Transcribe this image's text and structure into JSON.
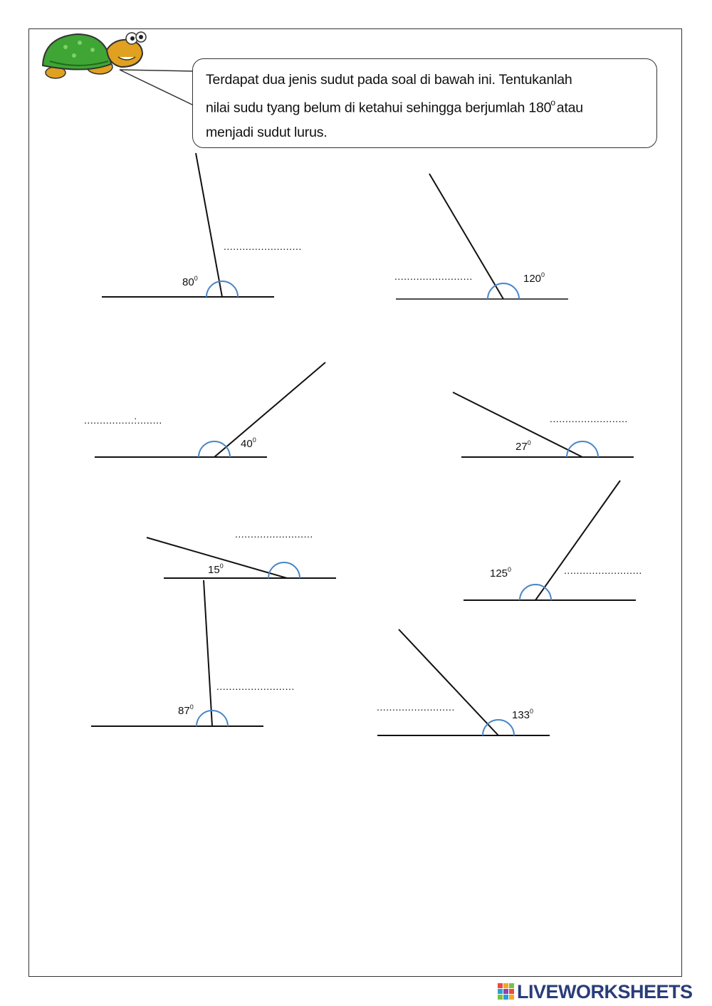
{
  "instructions": {
    "line1": "Terdapat dua jenis sudut pada soal di bawah ini. Tentukanlah",
    "line2_before": "nilai sudu tyang belum di ketahui sehingga berjumlah 180",
    "line2_sup": "o",
    "line2_after": "atau",
    "line3": "menjadi sudut lurus."
  },
  "problems": [
    {
      "angle": "80",
      "unit": "0",
      "answer_blank": "........................."
    },
    {
      "angle": "120",
      "unit": "0",
      "answer_blank": "........................."
    },
    {
      "angle": "40",
      "unit": "0",
      "answer_blank": "................:........"
    },
    {
      "angle": "27",
      "unit": "0",
      "answer_blank": "........................."
    },
    {
      "angle": "15",
      "unit": "0",
      "answer_blank": "........................."
    },
    {
      "angle": "125",
      "unit": "0",
      "answer_blank": "........................."
    },
    {
      "angle": "87",
      "unit": "0",
      "answer_blank": "........................."
    },
    {
      "angle": "133",
      "unit": "0",
      "answer_blank": "........................."
    }
  ],
  "footer": {
    "brand": "LIVEWORKSHEETS",
    "logo_icon": "liveworksheets-logo-icon",
    "brand_color": "#2a3d7a"
  },
  "colors": {
    "arc": "#4a86c8",
    "turtle_shell": "#3fa535",
    "turtle_body": "#e0a020"
  }
}
